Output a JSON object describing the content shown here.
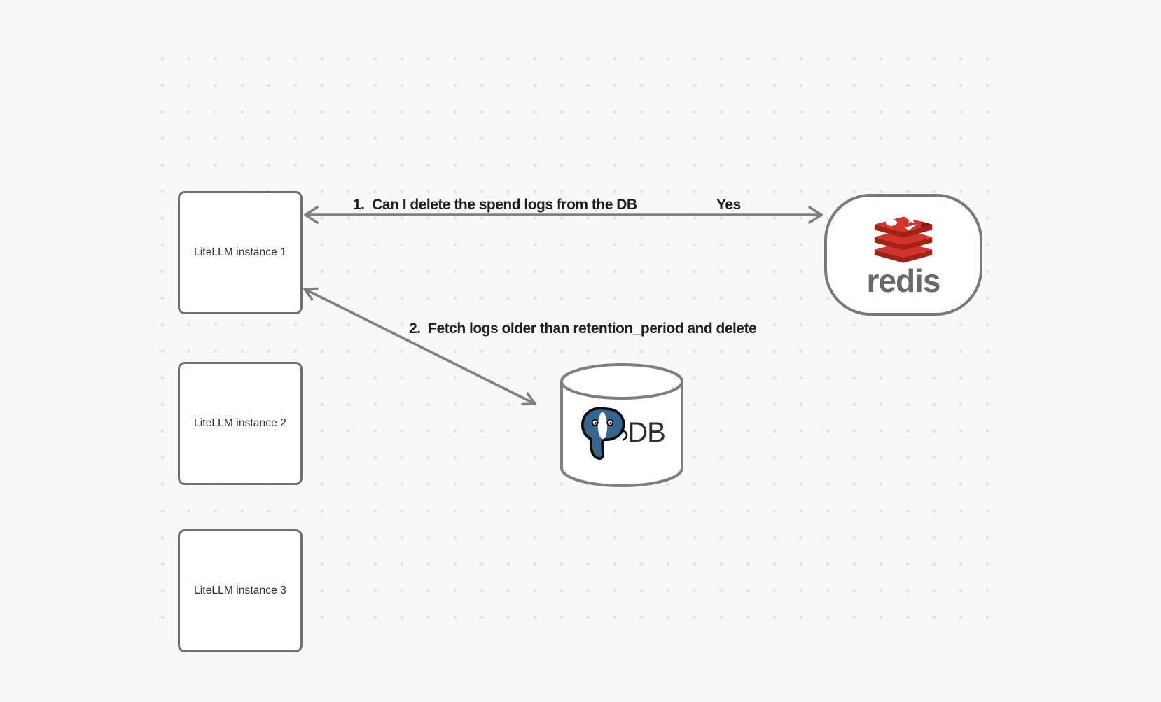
{
  "canvas": {
    "background_color": "#f8f8f8",
    "dot_color": "#e4e4e4",
    "shape_stroke_color": "#6e7073",
    "arrow_color": "#7e8082",
    "label_text_color": "#1e1f21"
  },
  "nodes": {
    "instances": [
      {
        "label": "LiteLLM instance 1"
      },
      {
        "label": "LiteLLM instance 2"
      },
      {
        "label": "LiteLLM instance 3"
      }
    ],
    "redis": {
      "label": "redis",
      "logo": "redis-stack-logo",
      "logo_red": "#d0342c",
      "logo_dark_red": "#a42116",
      "wordmark_color": "#66686b"
    },
    "db": {
      "label": "DB",
      "logo": "postgresql-elephant-logo",
      "logo_blue": "#336791"
    }
  },
  "arrows": [
    {
      "label": "1.  Can I delete the spend logs from the DB",
      "response": "Yes",
      "from": "LiteLLM instance 1",
      "to": "redis",
      "heads": "both"
    },
    {
      "label": "2.  Fetch logs older than retention_period and delete",
      "from": "LiteLLM instance 1",
      "to": "DB",
      "heads": "both"
    }
  ]
}
